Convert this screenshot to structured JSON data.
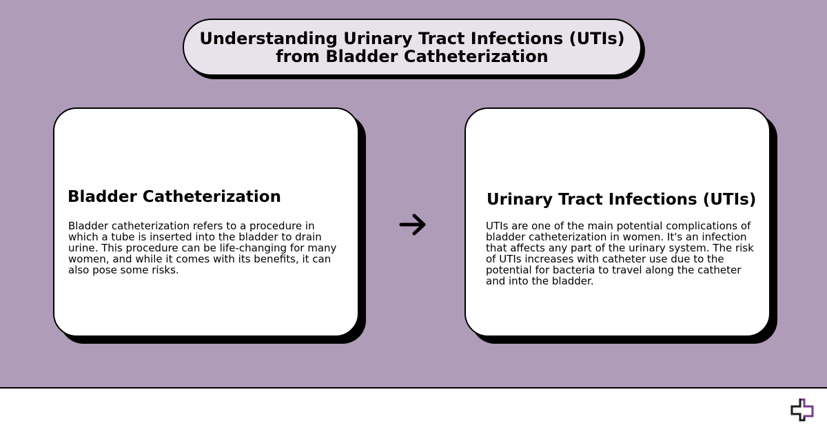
{
  "title": "Understanding Urinary Tract Infections (UTIs) from Bladder Catheterization",
  "cards": [
    {
      "heading": "Bladder Catheterization",
      "body": "Bladder catheterization refers to a procedure in which a tube is inserted into the bladder to drain urine. This procedure can be life-changing for many women, and while it comes with its benefits, it can also pose some risks."
    },
    {
      "heading": "Urinary Tract Infections (UTIs)",
      "body": "UTIs are one of the main potential complications of bladder catheterization in women. It's an infection that affects any part of the urinary system. The risk of UTIs increases with catheter use due to the potential for bacteria to travel along the catheter and into the bladder."
    }
  ],
  "connector_icon": "arrow-right-icon",
  "logo_icon": "brand-logo-icon",
  "colors": {
    "background": "#af9cb8",
    "title_fill": "#e8e2ea",
    "card_fill": "#ffffff",
    "outline": "#000000",
    "logo_accent": "#7a3d8a"
  }
}
